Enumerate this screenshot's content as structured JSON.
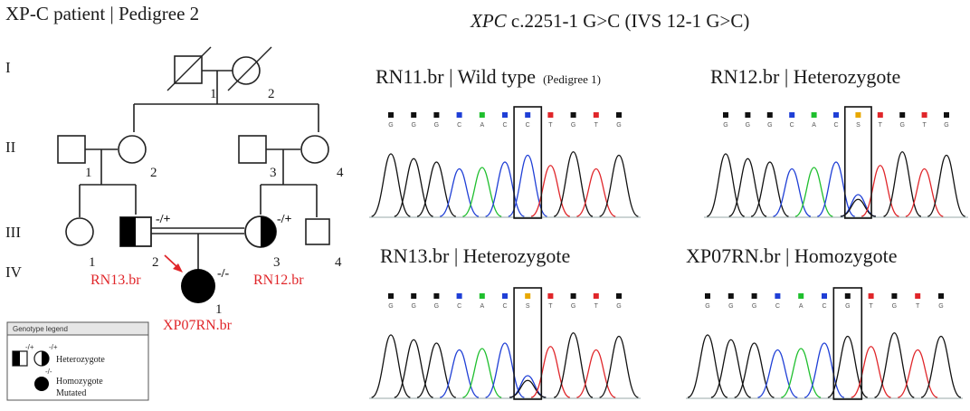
{
  "pedigree": {
    "title": "XP-C patient | Pedigree 2",
    "generations": [
      "I",
      "II",
      "III",
      "IV"
    ],
    "numbers": {
      "i1": "1",
      "i2": "2",
      "ii1": "1",
      "ii2": "2",
      "ii3": "3",
      "ii4": "4",
      "iii1": "1",
      "iii2": "2",
      "iii3": "3",
      "iii4": "4",
      "iv1": "1"
    },
    "genotypes": {
      "iii2": "-/+",
      "iii3": "-/+",
      "iv1": "-/-"
    },
    "sample_labels": {
      "iii2": "RN13.br",
      "iii3": "RN12.br",
      "iv1": "XP07RN.br"
    },
    "colors": {
      "sample_label": "#e0262a",
      "proband_arrow": "#e0262a",
      "affected_fill": "#000000"
    }
  },
  "legend": {
    "title": "Genotype legend",
    "het_symbols": "-/+",
    "het_symbols_2": "-/+",
    "hom_symbol": "-/-",
    "het_label": "Heterozygote",
    "hom_label_1": "Homozygote",
    "hom_label_2": "Mutated"
  },
  "sequencing": {
    "title_gene": "XPC",
    "title_rest": " c.2251-1  G>C (IVS 12-1 G>C)",
    "base_colors": {
      "G": "#111111",
      "A": "#1fbf2e",
      "C": "#1f3fd6",
      "T": "#e0262a",
      "S": "#e8a800"
    },
    "panels": [
      {
        "id": "rn11",
        "label": "RN11.br  | Wild type",
        "note": "(Pedigree 1)",
        "bases": [
          "G",
          "G",
          "G",
          "C",
          "A",
          "C",
          "C",
          "T",
          "G",
          "T",
          "G"
        ]
      },
      {
        "id": "rn12",
        "label": "RN12.br  | Heterozygote",
        "note": "",
        "bases": [
          "G",
          "G",
          "G",
          "C",
          "A",
          "C",
          "S",
          "T",
          "G",
          "T",
          "G"
        ]
      },
      {
        "id": "rn13",
        "label": "RN13.br  | Heterozygote",
        "note": "",
        "bases": [
          "G",
          "G",
          "G",
          "C",
          "A",
          "C",
          "S",
          "T",
          "G",
          "T",
          "G"
        ]
      },
      {
        "id": "xp07",
        "label": "XP07RN.br | Homozygote",
        "note": "",
        "bases": [
          "G",
          "G",
          "G",
          "C",
          "A",
          "C",
          "G",
          "T",
          "G",
          "T",
          "G"
        ]
      }
    ]
  }
}
